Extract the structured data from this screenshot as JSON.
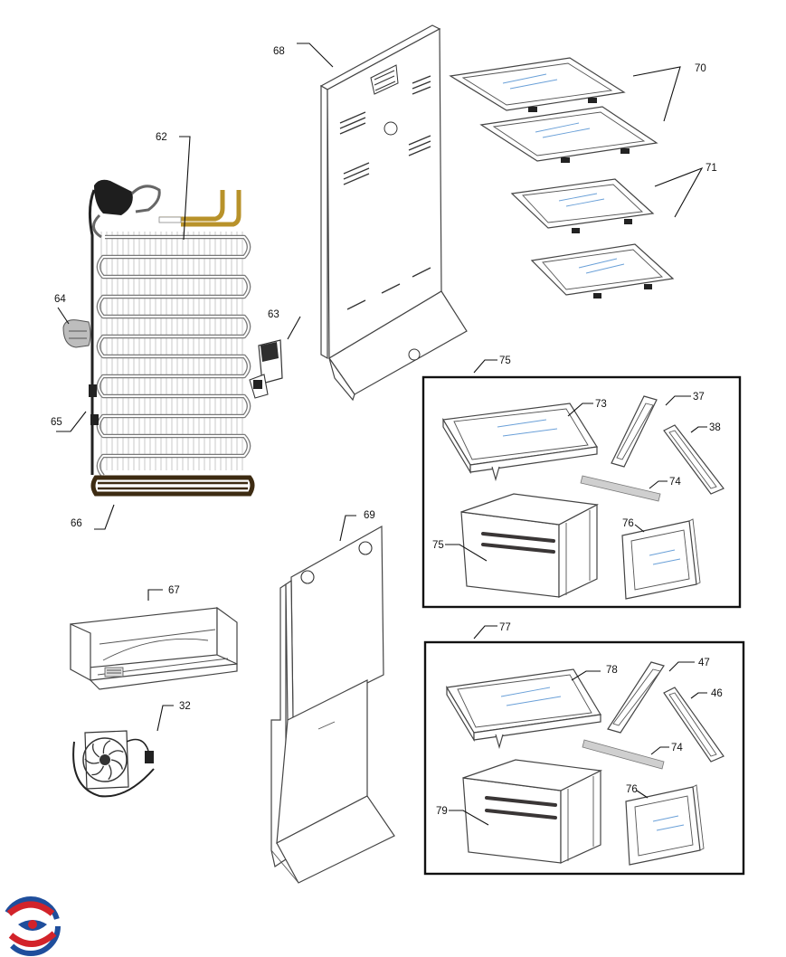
{
  "labels": {
    "n62": "62",
    "n63": "63",
    "n64": "64",
    "n65": "65",
    "n66": "66",
    "n67": "67",
    "n32": "32",
    "n68": "68",
    "n69": "69",
    "n70": "70",
    "n71": "71",
    "n75_top": "75",
    "n73": "73",
    "n37": "37",
    "n38": "38",
    "n74_a": "74",
    "n75_box": "75",
    "n76_a": "76",
    "n77": "77",
    "n78": "78",
    "n47": "47",
    "n46": "46",
    "n74_b": "74",
    "n79": "79",
    "n76_b": "76"
  },
  "colors": {
    "condenser_tube": "#7a7a7a",
    "bundle_dark": "#3d2b12",
    "brass_tube": "#b8922a",
    "drawer_handle": "#3a3636",
    "logo_red": "#d2232a",
    "logo_blue": "#1f4e9c"
  },
  "icons": {
    "logo": "brand-swirl-icon"
  }
}
